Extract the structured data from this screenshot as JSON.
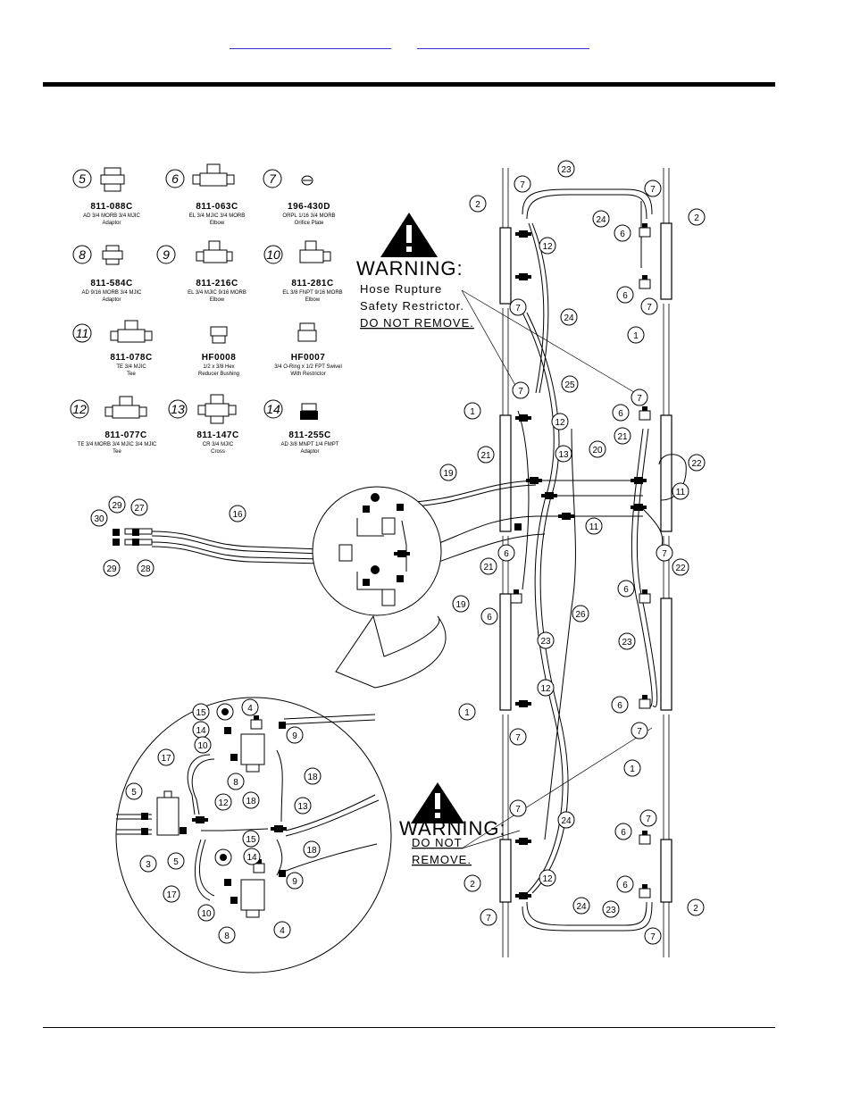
{
  "nav": {
    "link1": "",
    "link2": ""
  },
  "parts": [
    {
      "num": "5",
      "part": "811-088C",
      "desc1": "AD 3/4 MORB 3/4 MJIC",
      "desc2": "Adaptor"
    },
    {
      "num": "6",
      "part": "811-063C",
      "desc1": "EL 3/4 MJIC 3/4 MORB",
      "desc2": "Elbow"
    },
    {
      "num": "7",
      "part": "196-430D",
      "desc1": "ORPL 1/16 3/4 MORB",
      "desc2": "Orifice Plate"
    },
    {
      "num": "8",
      "part": "811-584C",
      "desc1": "AD 9/16 MORB 3/4 MJIC",
      "desc2": "Adaptor"
    },
    {
      "num": "9",
      "part": "811-216C",
      "desc1": "EL 3/4 MJIC 9/16 MORB",
      "desc2": "Elbow"
    },
    {
      "num": "10",
      "part": "811-281C",
      "desc1": "EL 3/8 FNPT 9/16 MORB",
      "desc2": "Elbow"
    },
    {
      "num": "11",
      "part": "811-078C",
      "desc1": "TE 3/4 MJIC",
      "desc2": "Tee"
    },
    {
      "num": "",
      "part": "HF0008",
      "desc1": "1/2  x 3/8 Hex",
      "desc2": "Reducer Bushing"
    },
    {
      "num": "",
      "part": "HF0007",
      "desc1": "3/4 O-Ring x 1/2 FPT Swivel",
      "desc2": "With Restrictor"
    },
    {
      "num": "12",
      "part": "811-077C",
      "desc1": "TE 3/4 MORB 3/4 MJIC 3/4 MJIC",
      "desc2": "Tee"
    },
    {
      "num": "13",
      "part": "811-147C",
      "desc1": "CR 3/4 MJIC",
      "desc2": "Cross"
    },
    {
      "num": "14",
      "part": "811-255C",
      "desc1": "AD 3/8 MNPT 1/4 FMPT",
      "desc2": "Adaptor"
    }
  ],
  "warning1": {
    "heading": "WARNING:",
    "line1": "Hose Rupture",
    "line2": "Safety Restrictor.",
    "line3": "DO NOT REMOVE."
  },
  "warning2": {
    "heading": "WARNING:",
    "line1": "DO NOT",
    "line2": "REMOVE."
  },
  "callouts": {
    "c1": "1",
    "c2": "2",
    "c3": "3",
    "c4": "4",
    "c5": "5",
    "c6": "6",
    "c7": "7",
    "c8": "8",
    "c9": "9",
    "c10": "10",
    "c11": "11",
    "c12": "12",
    "c13": "13",
    "c14": "14",
    "c15": "15",
    "c16": "16",
    "c17": "17",
    "c18": "18",
    "c19": "19",
    "c20": "20",
    "c21": "21",
    "c22": "22",
    "c23": "23",
    "c24": "24",
    "c25": "25",
    "c26": "26",
    "c27": "27",
    "c28": "28",
    "c29": "29",
    "c30": "30"
  }
}
